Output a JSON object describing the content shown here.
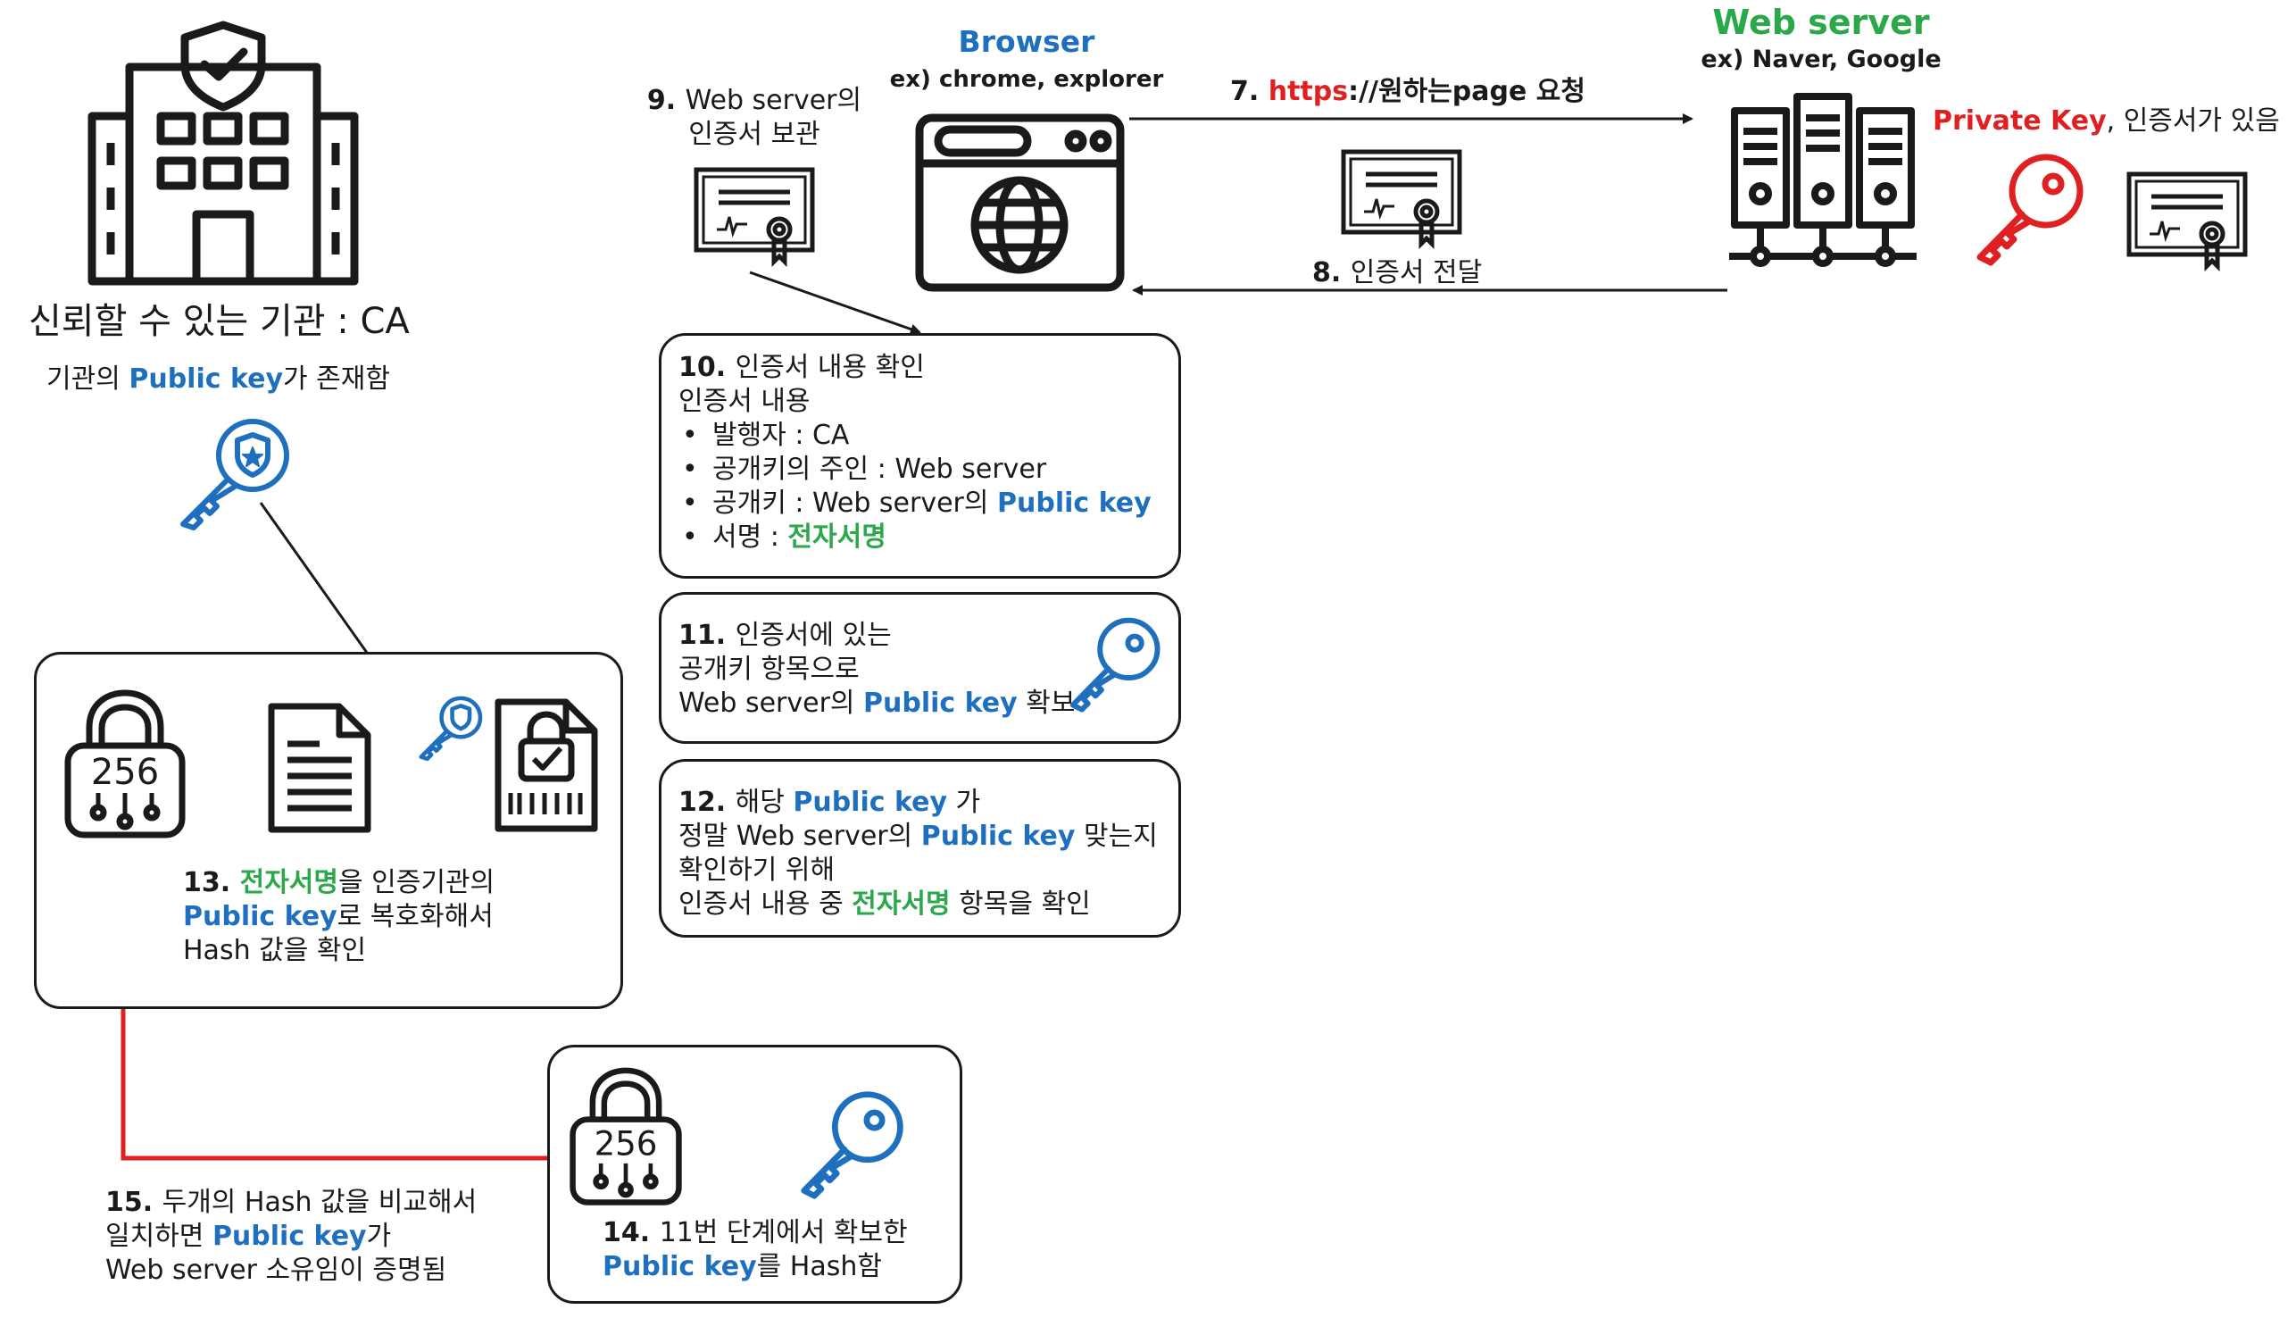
{
  "ca": {
    "title": "신뢰할 수 있는 기관 : CA",
    "pubkey_pre": "기관의 ",
    "pubkey_hl": "Public key",
    "pubkey_post": "가 존재함"
  },
  "browser": {
    "title": "Browser",
    "subtitle": "ex) chrome, explorer"
  },
  "webserver": {
    "title": "Web server",
    "subtitle": "ex) Naver, Google",
    "private_hl": "Private Key",
    "private_post": ", 인증서가 있음"
  },
  "steps": {
    "s7": {
      "num": "7. ",
      "hl": "https",
      "rest": "://원하는page 요청"
    },
    "s8": {
      "num": "8. ",
      "text": "인증서 전달"
    },
    "s9": {
      "line1_num": "9. ",
      "line1": "Web server의",
      "line2": "인증서 보관"
    },
    "s10": {
      "num": "10. ",
      "title": "인증서 내용 확인",
      "subtitle": "인증서 내용",
      "items": [
        "발행자 : CA",
        "공개키의 주인 : Web server"
      ],
      "item3_pre": "공개키 : Web server의 ",
      "item3_hl": "Public key",
      "item4_pre": "서명 : ",
      "item4_hl": "전자서명"
    },
    "s11": {
      "num": "11. ",
      "line1": "인증서에 있는",
      "line2": "공개키 항목으로",
      "line3_pre": "Web server의 ",
      "line3_hl": "Public key",
      "line3_post": " 확보"
    },
    "s12": {
      "num": "12. ",
      "line1_pre": "해당 ",
      "line1_hl": "Public key",
      "line1_post": " 가",
      "line2_pre": "정말 Web server의 ",
      "line2_hl": "Public key",
      "line2_post": " 맞는지",
      "line3": "확인하기 위해",
      "line4_pre": "인증서 내용 중 ",
      "line4_hl": "전자서명",
      "line4_post": " 항목을 확인"
    },
    "s13": {
      "num": "13. ",
      "line1_hl": "전자서명",
      "line1_post": "을 인증기관의",
      "line2_hl": "Public key",
      "line2_post": "로 복호화해서",
      "line3": "Hash 값을 확인"
    },
    "s14": {
      "num": "14. ",
      "line1": "11번 단계에서 확보한",
      "line2_hl": "Public key",
      "line2_post": "를 Hash함"
    },
    "s15": {
      "num": "15. ",
      "line1": "두개의 Hash 값을 비교해서",
      "line2_pre": "일치하면 ",
      "line2_hl": "Public key",
      "line2_post": "가",
      "line3": "Web server 소유임이 증명됨"
    }
  },
  "hash_label": "256",
  "icons": [
    "building-shield-icon",
    "certificate-icon",
    "browser-globe-icon",
    "server-rack-icon",
    "key-icon",
    "shield-key-icon",
    "padlock-hash-icon",
    "document-icon",
    "locked-document-icon"
  ],
  "colors": {
    "blue": "#1f6fbf",
    "green": "#2aa84a",
    "red": "#e02020",
    "ink": "#1a1a1a"
  }
}
